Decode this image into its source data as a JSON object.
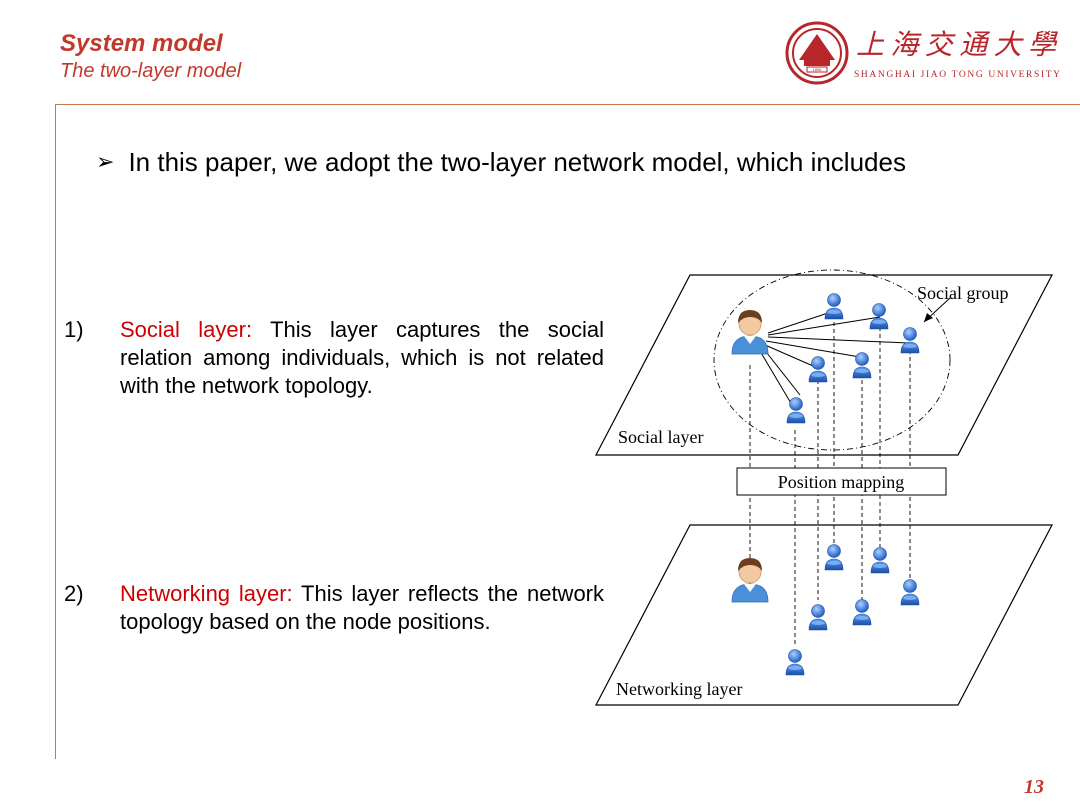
{
  "header": {
    "title": "System model",
    "subtitle": "The two-layer model"
  },
  "logo": {
    "chinese_name": "上海交通大學",
    "english_name": "SHANGHAI JIAO TONG UNIVERSITY",
    "seal_year": "1896"
  },
  "intro_bullet": "In this paper, we adopt the two-layer network model, which includes",
  "items": [
    {
      "number": "1)",
      "term": "Social layer:",
      "text": " This layer captures the social relation among individuals, which is not related with the network topology."
    },
    {
      "number": "2)",
      "term": "Networking layer:",
      "text": " This layer reflects the network topology based on the node positions."
    }
  ],
  "diagram": {
    "social_group_label": "Social group",
    "social_layer_label": "Social layer",
    "position_mapping_label": "Position mapping",
    "networking_layer_label": "Networking layer"
  },
  "colors": {
    "title": "#c0392b",
    "highlight": "#cc0000",
    "node_blue": "#2f6fd6",
    "rule": "#c97a4a"
  },
  "page_number": "13"
}
